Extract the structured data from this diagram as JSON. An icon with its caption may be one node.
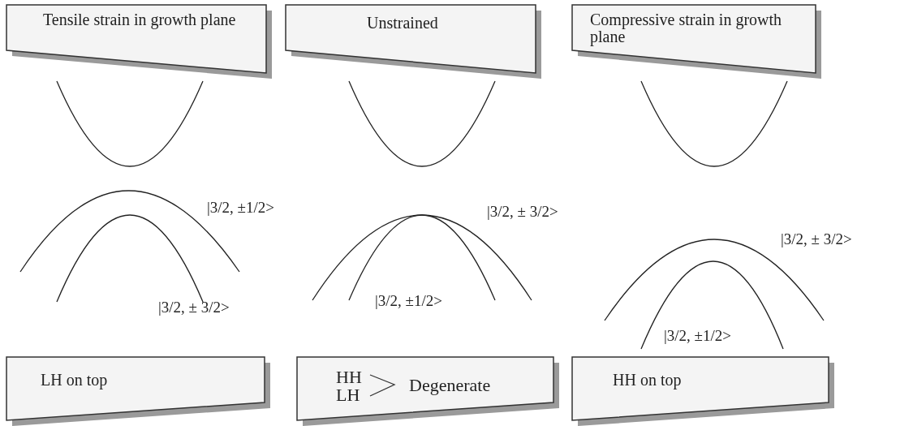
{
  "diagram": {
    "nodes": [
      {
        "text": [
          "Tensile strain in growth plane"
        ]
      },
      {
        "text": [
          "Unstrained"
        ]
      },
      {
        "text": [
          "Compressive strain in growth plane"
        ]
      },
      {
        "text": [
          "LH on top"
        ]
      },
      {
        "text": [
          "HH",
          "LH",
          "Degenerate"
        ]
      },
      {
        "text": [
          "HH on top"
        ]
      }
    ],
    "labels": [
      "|3/2, ±1/2>",
      "|3/2, ± 3/2>",
      "|3/2, ± 3/2>",
      "|3/2, ±1/2>",
      "|3/2, ± 3/2>",
      "|3/2, ±1/2>"
    ]
  }
}
